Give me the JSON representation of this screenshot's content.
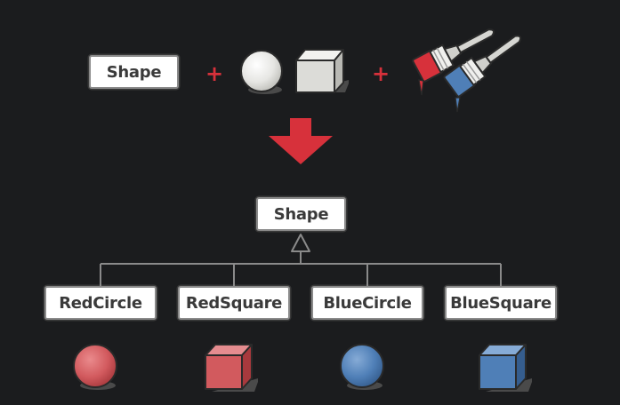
{
  "top_row": {
    "class_label": "Shape",
    "plus_symbol": "+",
    "items": [
      "sphere-icon",
      "cube-icon",
      "paintbrushes-icon"
    ]
  },
  "hierarchy": {
    "parent": "Shape",
    "children": [
      "RedCircle",
      "RedSquare",
      "BlueCircle",
      "BlueSquare"
    ]
  },
  "colors": {
    "background": "#1b1c1e",
    "accent_red": "#d7313b",
    "red_shape": "#d25a5e",
    "blue_shape": "#4f7fb7",
    "neutral_shape": "#e3e3e0",
    "connector": "#8a8a8a"
  }
}
